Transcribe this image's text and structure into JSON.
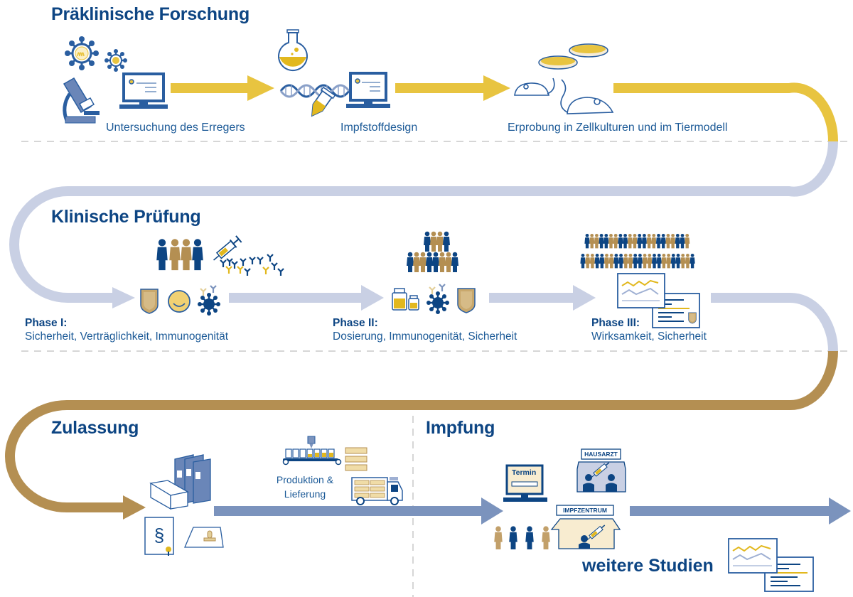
{
  "title": "Impfstoffentwicklung",
  "colors": {
    "dark_blue": "#0d4583",
    "yellow": "#e8c440",
    "light_lavender": "#c9d0e4",
    "gold_brown": "#b48f52",
    "steel_blue": "#7b93bd",
    "tan": "#c2a06a",
    "dashed": "#d6d6d6"
  },
  "sections": {
    "preclinical": {
      "title": "Präklinische Forschung",
      "steps": [
        {
          "label": "Untersuchung des Erregers",
          "icons": [
            "virus-icon",
            "microscope-icon",
            "computer-icon"
          ]
        },
        {
          "label": "Impfstoffdesign",
          "icons": [
            "flask-icon",
            "dna-icon",
            "test-tube-icon",
            "computer-icon"
          ]
        },
        {
          "label": "Erprobung in Zellkulturen und im Tiermodell",
          "icons": [
            "petri-dish-icon",
            "mouse-icon"
          ]
        }
      ]
    },
    "clinical": {
      "title": "Klinische Prüfung",
      "phases": [
        {
          "name": "Phase I:",
          "desc": "Sicherheit, Verträglichkeit, Immunogenität"
        },
        {
          "name": "Phase II:",
          "desc": "Dosierung, Immunogenität, Sicherheit"
        },
        {
          "name": "Phase III:",
          "desc": "Wirksamkeit, Sicherheit"
        }
      ]
    },
    "approval": {
      "title": "Zulassung",
      "production_label_line1": "Produktion &",
      "production_label_line2": "Lieferung"
    },
    "vaccination": {
      "title": "Impfung",
      "termin_label": "Termin",
      "hausarzt_label": "HAUSARZT",
      "impfzentrum_label": "IMPFZENTRUM",
      "further_studies": "weitere Studien"
    }
  }
}
